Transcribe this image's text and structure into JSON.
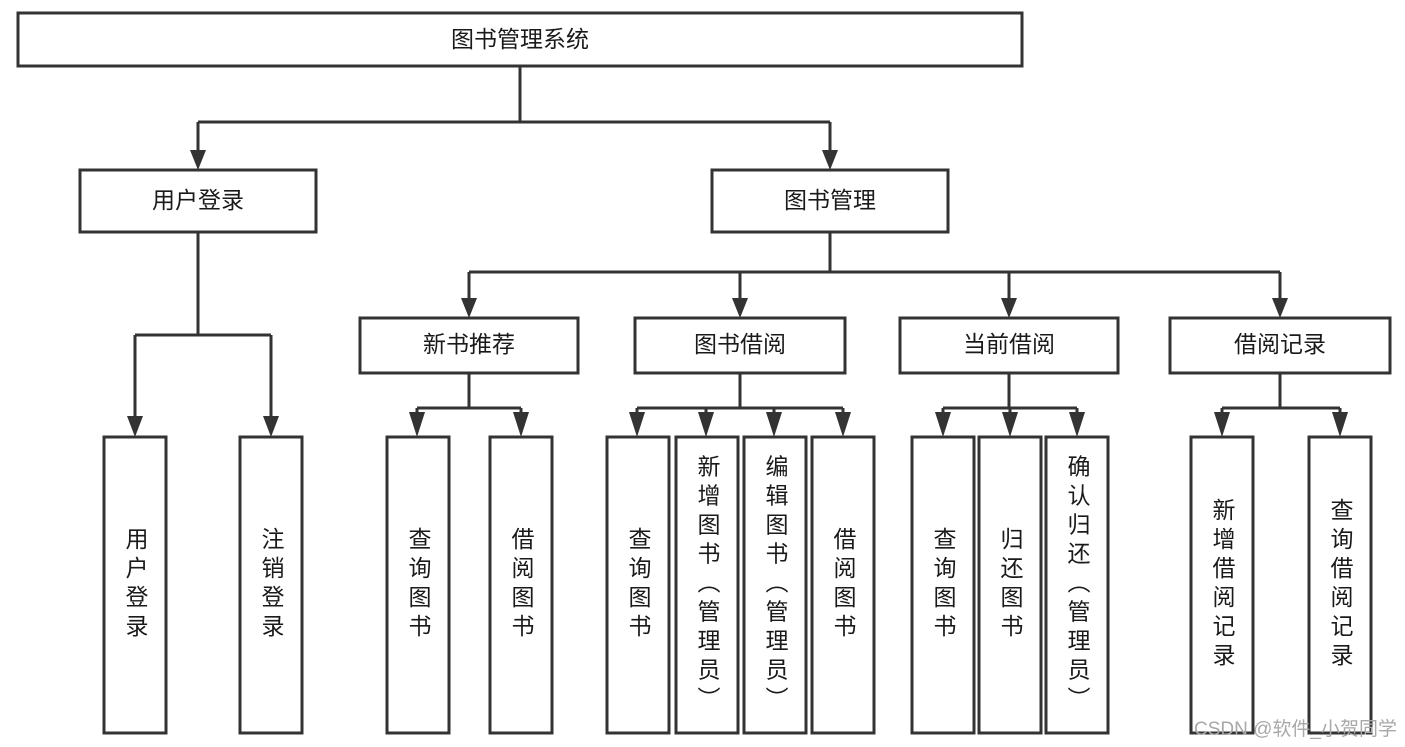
{
  "diagram": {
    "title": "图书管理系统",
    "type": "tree",
    "watermark": "CSDN @软件_小贺同学",
    "colors": {
      "stroke": "#333333",
      "fill": "#ffffff",
      "text": "#1a1a1a",
      "watermark": "#a8a8a8"
    },
    "nodes": {
      "root": {
        "label": "图书管理系统",
        "level": 1,
        "orientation": "horizontal"
      },
      "l2_user_login": {
        "label": "用户登录",
        "level": 2,
        "orientation": "horizontal"
      },
      "l2_book_manage": {
        "label": "图书管理",
        "level": 2,
        "orientation": "horizontal"
      },
      "l3_new_book_rec": {
        "label": "新书推荐",
        "level": 3,
        "orientation": "horizontal"
      },
      "l3_book_borrow": {
        "label": "图书借阅",
        "level": 3,
        "orientation": "horizontal"
      },
      "l3_current_borrow": {
        "label": "当前借阅",
        "level": 3,
        "orientation": "horizontal"
      },
      "l3_borrow_record": {
        "label": "借阅记录",
        "level": 3,
        "orientation": "horizontal"
      },
      "leaf_user_login": {
        "label": "用户登录",
        "level": 4,
        "orientation": "vertical"
      },
      "leaf_logout": {
        "label": "注销登录",
        "level": 4,
        "orientation": "vertical"
      },
      "leaf_query_book_1": {
        "label": "查询图书",
        "level": 4,
        "orientation": "vertical"
      },
      "leaf_borrow_book_1": {
        "label": "借阅图书",
        "level": 4,
        "orientation": "vertical"
      },
      "leaf_query_book_2": {
        "label": "查询图书",
        "level": 4,
        "orientation": "vertical"
      },
      "leaf_add_book": {
        "label": "新增图书（管理员）",
        "level": 4,
        "orientation": "vertical"
      },
      "leaf_edit_book": {
        "label": "编辑图书（管理员）",
        "level": 4,
        "orientation": "vertical"
      },
      "leaf_borrow_book_2": {
        "label": "借阅图书",
        "level": 4,
        "orientation": "vertical"
      },
      "leaf_query_book_3": {
        "label": "查询图书",
        "level": 4,
        "orientation": "vertical"
      },
      "leaf_return_book": {
        "label": "归还图书",
        "level": 4,
        "orientation": "vertical"
      },
      "leaf_confirm_return": {
        "label": "确认归还（管理员）",
        "level": 4,
        "orientation": "vertical"
      },
      "leaf_add_record": {
        "label": "新增借阅记录",
        "level": 4,
        "orientation": "vertical"
      },
      "leaf_query_record": {
        "label": "查询借阅记录",
        "level": 4,
        "orientation": "vertical"
      }
    },
    "edges": [
      {
        "from": "root",
        "to": "l2_user_login"
      },
      {
        "from": "root",
        "to": "l2_book_manage"
      },
      {
        "from": "l2_user_login",
        "to": "leaf_user_login"
      },
      {
        "from": "l2_user_login",
        "to": "leaf_logout"
      },
      {
        "from": "l2_book_manage",
        "to": "l3_new_book_rec"
      },
      {
        "from": "l2_book_manage",
        "to": "l3_book_borrow"
      },
      {
        "from": "l2_book_manage",
        "to": "l3_current_borrow"
      },
      {
        "from": "l2_book_manage",
        "to": "l3_borrow_record"
      },
      {
        "from": "l3_new_book_rec",
        "to": "leaf_query_book_1"
      },
      {
        "from": "l3_new_book_rec",
        "to": "leaf_borrow_book_1"
      },
      {
        "from": "l3_book_borrow",
        "to": "leaf_query_book_2"
      },
      {
        "from": "l3_book_borrow",
        "to": "leaf_add_book"
      },
      {
        "from": "l3_book_borrow",
        "to": "leaf_edit_book"
      },
      {
        "from": "l3_book_borrow",
        "to": "leaf_borrow_book_2"
      },
      {
        "from": "l3_current_borrow",
        "to": "leaf_query_book_3"
      },
      {
        "from": "l3_current_borrow",
        "to": "leaf_return_book"
      },
      {
        "from": "l3_current_borrow",
        "to": "leaf_confirm_return"
      },
      {
        "from": "l3_borrow_record",
        "to": "leaf_add_record"
      },
      {
        "from": "l3_borrow_record",
        "to": "leaf_query_record"
      }
    ]
  }
}
